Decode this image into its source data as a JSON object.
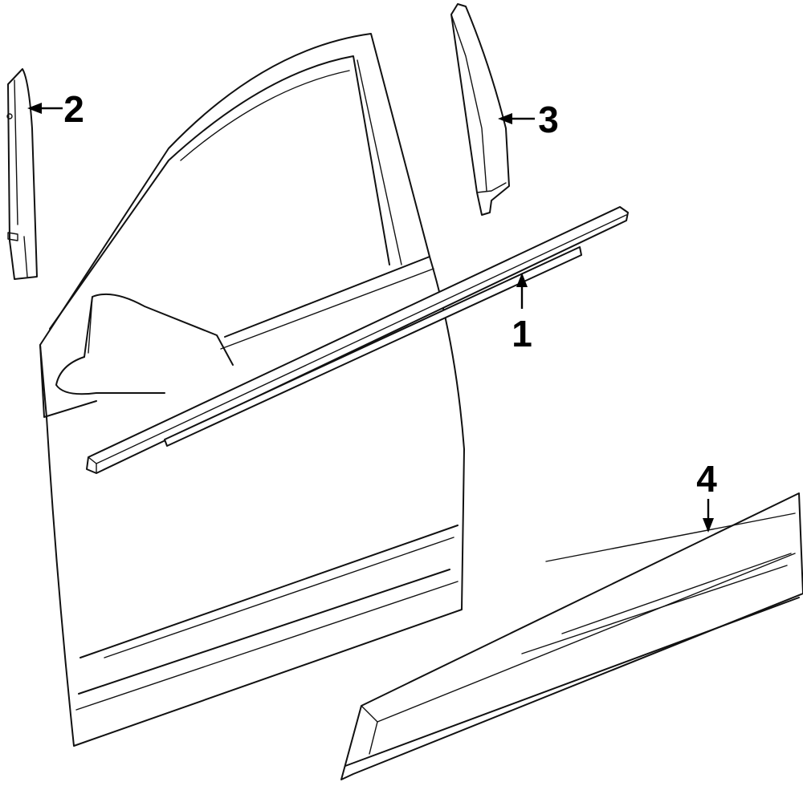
{
  "diagram": {
    "callouts": [
      {
        "id": "1",
        "label": "1"
      },
      {
        "id": "2",
        "label": "2"
      },
      {
        "id": "3",
        "label": "3"
      },
      {
        "id": "4",
        "label": "4"
      }
    ],
    "colors": {
      "line": "#111111",
      "background": "#ffffff"
    }
  }
}
